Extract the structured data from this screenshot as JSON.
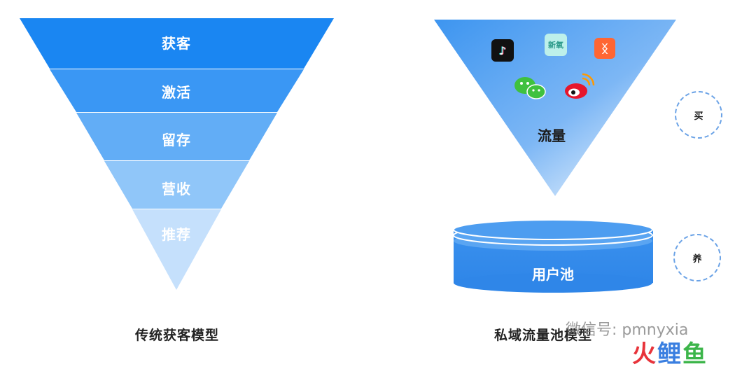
{
  "left_funnel": {
    "stages": [
      "获客",
      "激活",
      "留存",
      "营收",
      "推荐"
    ],
    "caption": "传统获客模型",
    "colors": [
      "#1a86f2",
      "#3a97f4",
      "#62adf6",
      "#90c6f9",
      "#c5e0fc"
    ]
  },
  "right_model": {
    "funnel_label": "流量",
    "apps": [
      {
        "name": "douyin",
        "icon": "tiktok-icon",
        "glyph": "♪"
      },
      {
        "name": "xinyang",
        "icon": "xinyang-app-icon",
        "glyph": "新氧"
      },
      {
        "name": "dianping",
        "icon": "dianping-icon",
        "glyph": "ᛝ"
      },
      {
        "name": "wechat",
        "icon": "wechat-icon",
        "glyph": ""
      },
      {
        "name": "weibo",
        "icon": "weibo-icon",
        "glyph": ""
      }
    ],
    "pool_label": "用户池",
    "buy_label": "买",
    "nurture_label": "养",
    "caption": "私域流量池模型"
  },
  "watermark": {
    "text": "微信号: pmnyxia",
    "brand": "火鲤鱼"
  }
}
